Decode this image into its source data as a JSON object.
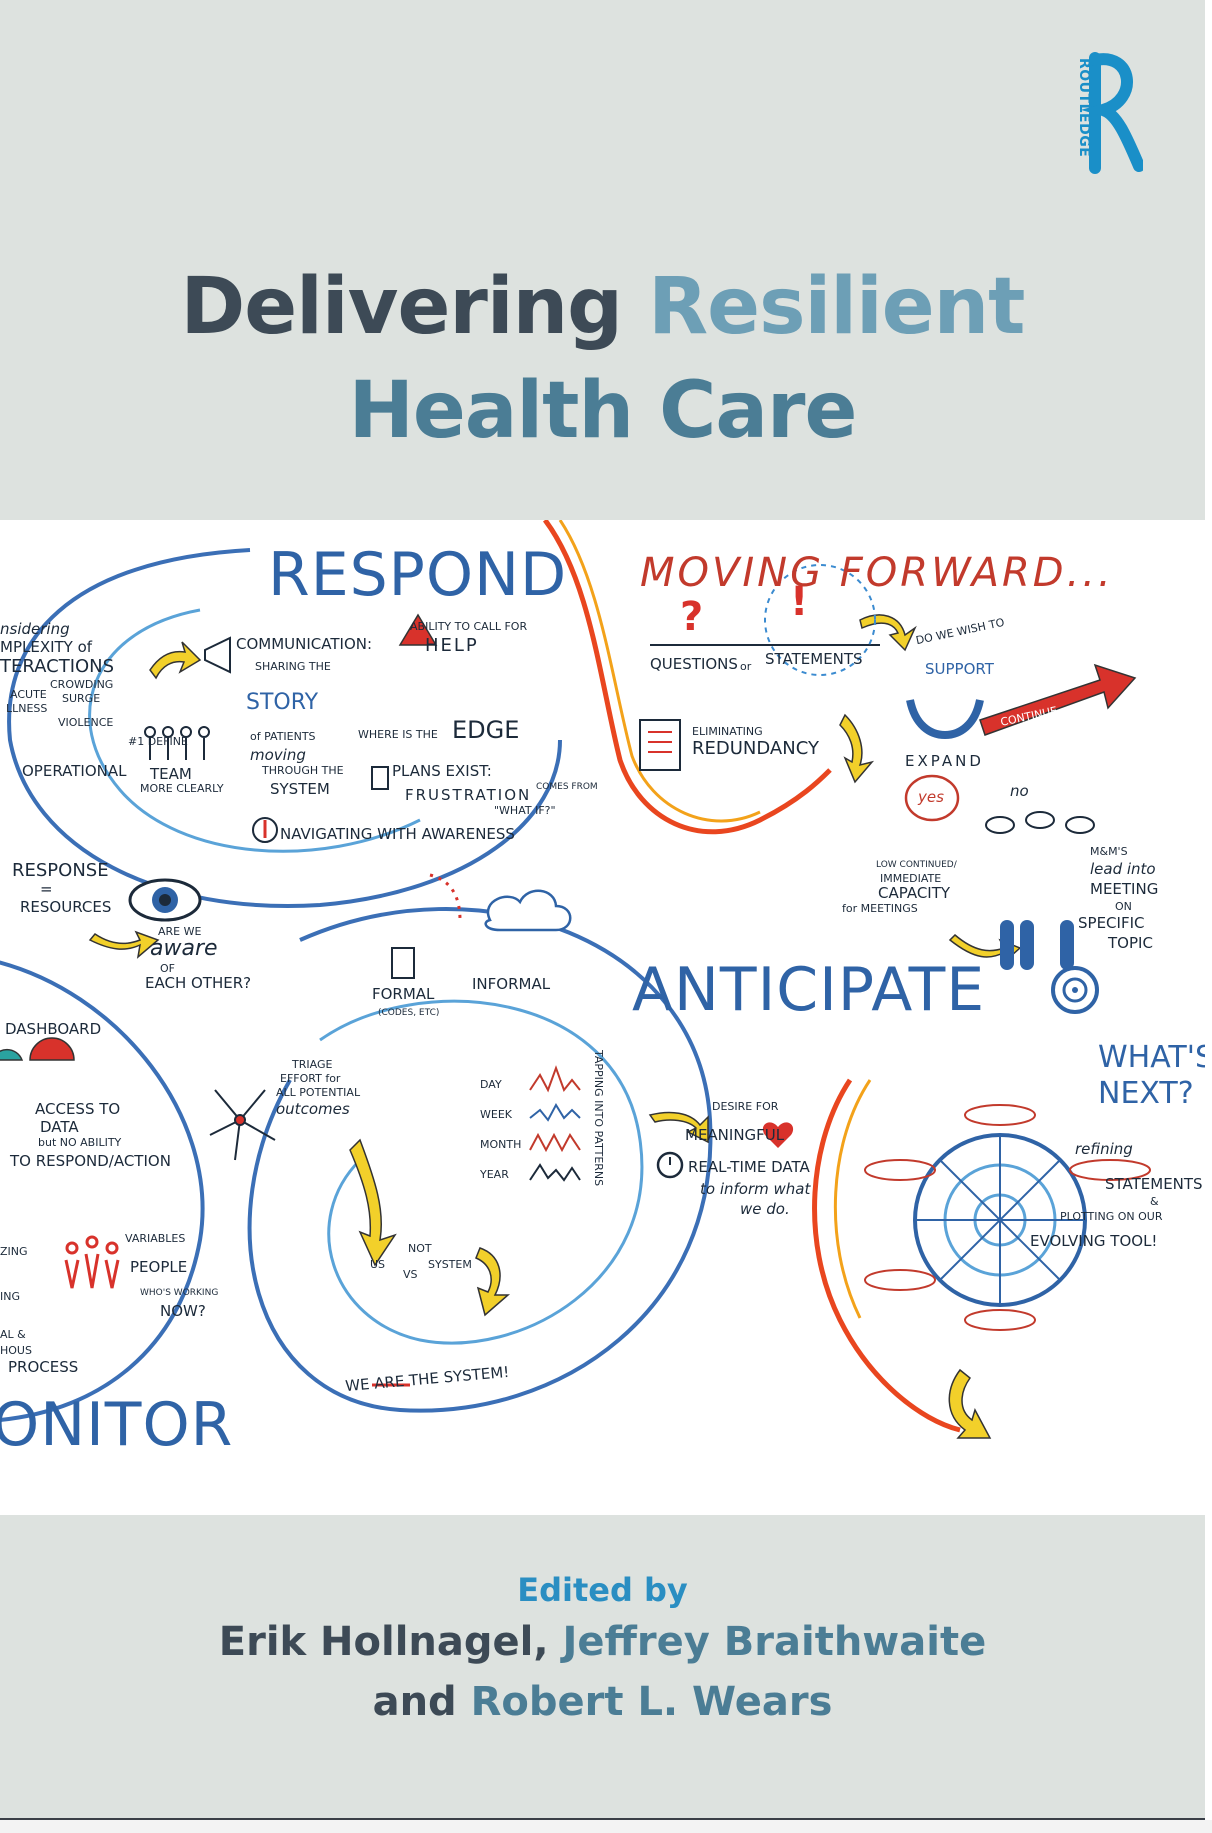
{
  "publisher": {
    "name": "ROUTLEDGE",
    "logo_icon": "routledge-r-profile-logo",
    "color": "#1a8fc8"
  },
  "title": {
    "word1": "Delivering",
    "word2": "Resilient",
    "line2": "Health Care"
  },
  "illustration": {
    "respond": "RESPOND",
    "moving_forward": "MOVING FORWARD...",
    "anticipate": "ANTICIPATE",
    "monitor": "ONITOR",
    "whats_next": "WHAT'S NEXT?",
    "notes": {
      "considering": "nsidering",
      "complexity": "MPLEXITY of",
      "interactions": "TERACTIONS",
      "acute": "ACUTE",
      "illness": "LLNESS",
      "crowding": "CROWDING",
      "surge": "SURGE",
      "violence": "VIOLENCE",
      "communication": "COMMUNICATION:",
      "ability": "ABILITY TO CALL FOR",
      "help": "HELP",
      "sharing": "SHARING THE",
      "story": "STORY",
      "of_patients": "of PATIENTS",
      "moving": "moving",
      "through_the": "THROUGH THE",
      "system": "SYSTEM",
      "define": "#1 DEFINE",
      "team": "TEAM",
      "more_clearly": "MORE CLEARLY",
      "operational": "OPERATIONAL",
      "edge_q": "WHERE IS THE",
      "edge": "EDGE",
      "plans_exist": "PLANS EXIST:",
      "frustration": "FRUSTRATION",
      "comes_from": "COMES FROM",
      "what_if": "\"WHAT IF?\"",
      "navigating": "NAVIGATING WITH AWARENESS",
      "response": "RESPONSE",
      "equals": "=",
      "resources": "RESOURCES",
      "are_we": "ARE WE",
      "aware": "aware",
      "of": "OF",
      "each_other": "EACH OTHER?",
      "questions": "QUESTIONS",
      "or": "or",
      "statements": "STATEMENTS",
      "do_we_wish_to": "DO WE WISH TO",
      "support": "SUPPORT",
      "continue": "CONTINUE",
      "eliminating": "ELIMINATING",
      "redundancy": "REDUNDANCY",
      "expand": "EXPAND",
      "yes": "yes",
      "no": "no",
      "low_continued": "LOW CONTINUED/",
      "immediate": "IMMEDIATE",
      "capacity": "CAPACITY",
      "for_meetings": "for MEETINGS",
      "mms": "M&M'S",
      "lead_into": "lead into",
      "meeting": "MEETING",
      "on": "ON",
      "specific": "SPECIFIC",
      "topic": "TOPIC",
      "formal": "FORMAL",
      "informal": "INFORMAL",
      "codes_etc": "(CODES, ETC)",
      "dashboard": "DASHBOARD",
      "access_to": "ACCESS TO",
      "data": "DATA",
      "but_no_ability": "but NO ABILITY",
      "to_respond": "TO RESPOND/ACTION",
      "triage": "TRIAGE",
      "effort_for": "EFFORT for",
      "all_potential": "ALL POTENTIAL",
      "outcomes": "outcomes",
      "day": "DAY",
      "week": "WEEK",
      "month": "MONTH",
      "year": "YEAR",
      "tapping": "TAPPING INTO PATTERNS",
      "desire_for": "DESIRE FOR",
      "meaningful": "MEANINGFUL",
      "real_time": "REAL-TIME DATA",
      "to_inform": "to inform what",
      "we_do": "we do.",
      "refining": "refining",
      "statements2": "STATEMENTS",
      "amp": "&",
      "plotting": "PLOTTING ON OUR",
      "evolving": "EVOLVING TOOL!",
      "variables": "VARIABLES",
      "people": "PEOPLE",
      "whos_working": "WHO'S WORKING",
      "now": "NOW?",
      "us": "US",
      "vs": "VS",
      "not": "NOT",
      "system2": "SYSTEM",
      "we_are": "WE ARE THE SYSTEM!",
      "zing": "ZING",
      "ing": "ING",
      "al_and": "AL &",
      "hous": "HOUS",
      "process": "PROCESS"
    },
    "colors": {
      "blue_ink": "#2f63a6",
      "red_ink": "#c23a2c",
      "yellow": "#f2d02a",
      "orange": "#ef7a1e"
    }
  },
  "editors": {
    "edited_by": "Edited by",
    "name1": "Erik Hollnagel,",
    "name2": "Jeffrey Braithwaite",
    "and": "and",
    "name3": "Robert L. Wears"
  }
}
